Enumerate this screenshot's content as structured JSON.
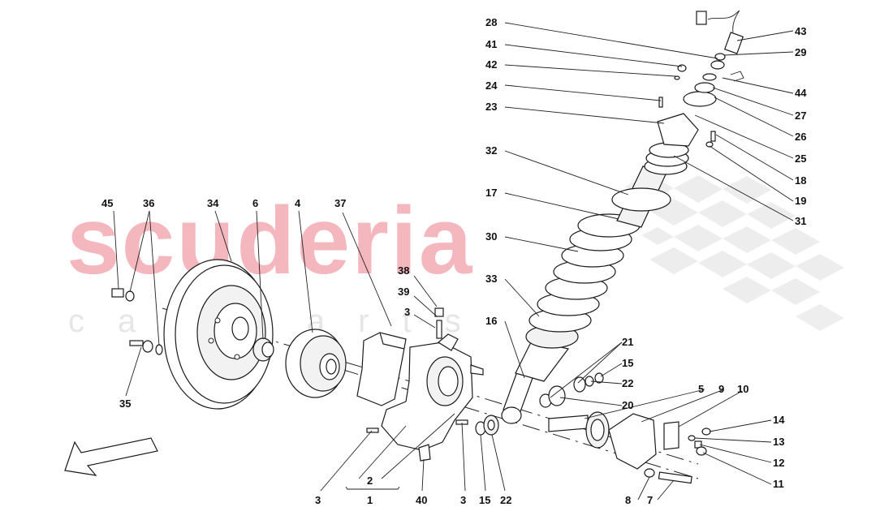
{
  "watermark": {
    "brand": "scuderia",
    "subtitle": "car parts"
  },
  "labels": {
    "l45": "45",
    "l36": "36",
    "l34": "34",
    "l6": "6",
    "l4": "4",
    "l37": "37",
    "l35": "35",
    "l38": "38",
    "l39": "39",
    "l3a": "3",
    "l3b": "3",
    "l3c": "3",
    "l2": "2",
    "l1": "1",
    "l40": "40",
    "l15a": "15",
    "l22a": "22",
    "l28": "28",
    "l41": "41",
    "l42": "42",
    "l24": "24",
    "l23": "23",
    "l32": "32",
    "l17": "17",
    "l30": "30",
    "l33": "33",
    "l16": "16",
    "l21": "21",
    "l15b": "15",
    "l22b": "22",
    "l20": "20",
    "l5": "5",
    "l9": "9",
    "l10": "10",
    "l14": "14",
    "l13": "13",
    "l12": "12",
    "l11": "11",
    "l8": "8",
    "l7": "7",
    "l43": "43",
    "l29": "29",
    "l44": "44",
    "l27": "27",
    "l26": "26",
    "l25": "25",
    "l18": "18",
    "l19": "19",
    "l31": "31"
  },
  "colors": {
    "watermark_red": "#f3b7bd",
    "watermark_grey": "#e6e6e6",
    "line": "#1a1a1a"
  },
  "icons": {
    "direction_arrow": "front-direction-arrow-icon"
  }
}
